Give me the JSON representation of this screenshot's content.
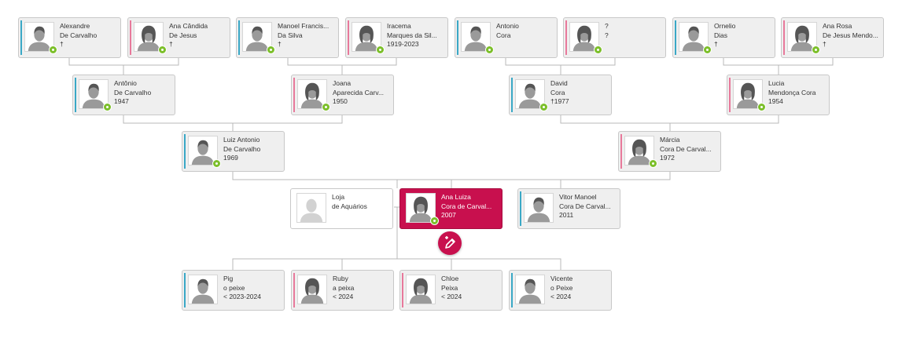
{
  "tree": {
    "people": [
      {
        "id": "p1",
        "gender": "male",
        "lines": [
          "Alexandre",
          "De Carvalho",
          "†"
        ],
        "badge": true
      },
      {
        "id": "p2",
        "gender": "female",
        "lines": [
          "Ana Cândida",
          "De Jesus",
          "†"
        ],
        "badge": true
      },
      {
        "id": "p3",
        "gender": "male",
        "lines": [
          "Manoel Francis...",
          "Da Silva",
          "†"
        ],
        "badge": true
      },
      {
        "id": "p4",
        "gender": "female",
        "lines": [
          "Iracema",
          "Marques da Sil...",
          "1919-2023"
        ],
        "badge": true
      },
      {
        "id": "p5",
        "gender": "male",
        "lines": [
          "Antonio",
          "Cora",
          ""
        ],
        "badge": true
      },
      {
        "id": "p6",
        "gender": "female",
        "lines": [
          "?",
          "?",
          ""
        ],
        "badge": true
      },
      {
        "id": "p7",
        "gender": "male",
        "lines": [
          "Ornelio",
          "Dias",
          "†"
        ],
        "badge": true
      },
      {
        "id": "p8",
        "gender": "female",
        "lines": [
          "Ana Rosa",
          "De Jesus Mendo...",
          "†"
        ],
        "badge": true
      },
      {
        "id": "p9",
        "gender": "male",
        "lines": [
          "Antônio",
          "De Carvalho",
          "1947"
        ],
        "badge": true
      },
      {
        "id": "p10",
        "gender": "female",
        "lines": [
          "Joana",
          "Aparecida Carv...",
          "1950"
        ],
        "badge": true
      },
      {
        "id": "p11",
        "gender": "male",
        "lines": [
          "David",
          "Cora",
          "†1977"
        ],
        "badge": true
      },
      {
        "id": "p12",
        "gender": "female",
        "lines": [
          "Lucia",
          "Mendonça Cora",
          "1954"
        ],
        "badge": true
      },
      {
        "id": "p13",
        "gender": "male",
        "lines": [
          "Luiz Antonio",
          "De Carvalho",
          "1969"
        ],
        "badge": true
      },
      {
        "id": "p14",
        "gender": "female",
        "lines": [
          "Márcia",
          "Cora De Carval...",
          "1972"
        ],
        "badge": true
      },
      {
        "id": "p15",
        "gender": "unknown",
        "lines": [
          "Loja",
          "de Aquários",
          ""
        ],
        "badge": false
      },
      {
        "id": "p16",
        "gender": "female",
        "lines": [
          "Ana Luiza",
          "Cora de Carval...",
          "2007"
        ],
        "badge": true,
        "selected": true
      },
      {
        "id": "p17",
        "gender": "male",
        "lines": [
          "Vitor Manoel",
          "Cora De Carval...",
          "2011"
        ],
        "badge": false
      },
      {
        "id": "p18",
        "gender": "male",
        "lines": [
          "Pig",
          "o peixe",
          "< 2023-2024"
        ],
        "badge": false
      },
      {
        "id": "p19",
        "gender": "female",
        "lines": [
          "Ruby",
          "a peixa",
          "< 2024"
        ],
        "badge": false
      },
      {
        "id": "p20",
        "gender": "female",
        "lines": [
          "Chloe",
          "Peixa",
          "< 2024"
        ],
        "badge": false
      },
      {
        "id": "p21",
        "gender": "male",
        "lines": [
          "Vicente",
          "o Peixe",
          "< 2024"
        ],
        "badge": false
      }
    ],
    "edit_button_icon": "pencil-plus-icon",
    "colors": {
      "selected": "#c8104e",
      "male_accent": "#3aa8c6",
      "female_accent": "#e8799b",
      "badge": "#7cbf2a"
    }
  }
}
